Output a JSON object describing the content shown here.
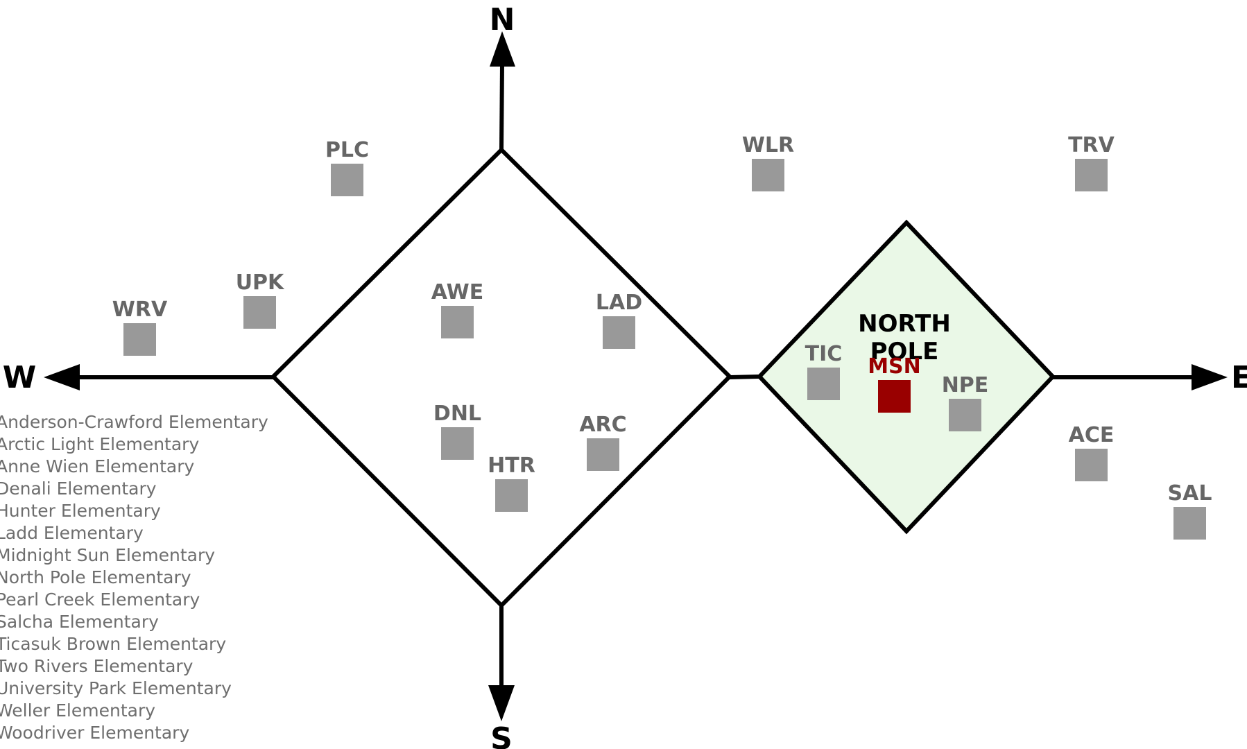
{
  "compass": {
    "north": "N",
    "south": "S",
    "east": "E",
    "west": "W"
  },
  "region_label": [
    "NORTH",
    "POLE"
  ],
  "colors": {
    "school_marker": "#999999",
    "school_label": "#666666",
    "highlight_marker": "#990000",
    "region_fill": "#eaf8e7",
    "line": "#000000",
    "legend_text": "#6e6e6e"
  },
  "schools": [
    {
      "code": "PLC",
      "highlighted": false
    },
    {
      "code": "WLR",
      "highlighted": false
    },
    {
      "code": "TRV",
      "highlighted": false
    },
    {
      "code": "UPK",
      "highlighted": false
    },
    {
      "code": "WRV",
      "highlighted": false
    },
    {
      "code": "AWE",
      "highlighted": false
    },
    {
      "code": "LAD",
      "highlighted": false
    },
    {
      "code": "DNL",
      "highlighted": false
    },
    {
      "code": "ARC",
      "highlighted": false
    },
    {
      "code": "HTR",
      "highlighted": false
    },
    {
      "code": "TIC",
      "highlighted": false
    },
    {
      "code": "MSN",
      "highlighted": true
    },
    {
      "code": "NPE",
      "highlighted": false
    },
    {
      "code": "ACE",
      "highlighted": false
    },
    {
      "code": "SAL",
      "highlighted": false
    }
  ],
  "legend": [
    "Anderson-Crawford Elementary",
    "Arctic Light Elementary",
    "Anne Wien Elementary",
    "Denali Elementary",
    "Hunter Elementary",
    "Ladd Elementary",
    "Midnight Sun Elementary",
    "North Pole Elementary",
    "Pearl Creek Elementary",
    "Salcha Elementary",
    "Ticasuk Brown Elementary",
    "Two Rivers Elementary",
    "University Park Elementary",
    "Weller Elementary",
    "Woodriver Elementary"
  ]
}
